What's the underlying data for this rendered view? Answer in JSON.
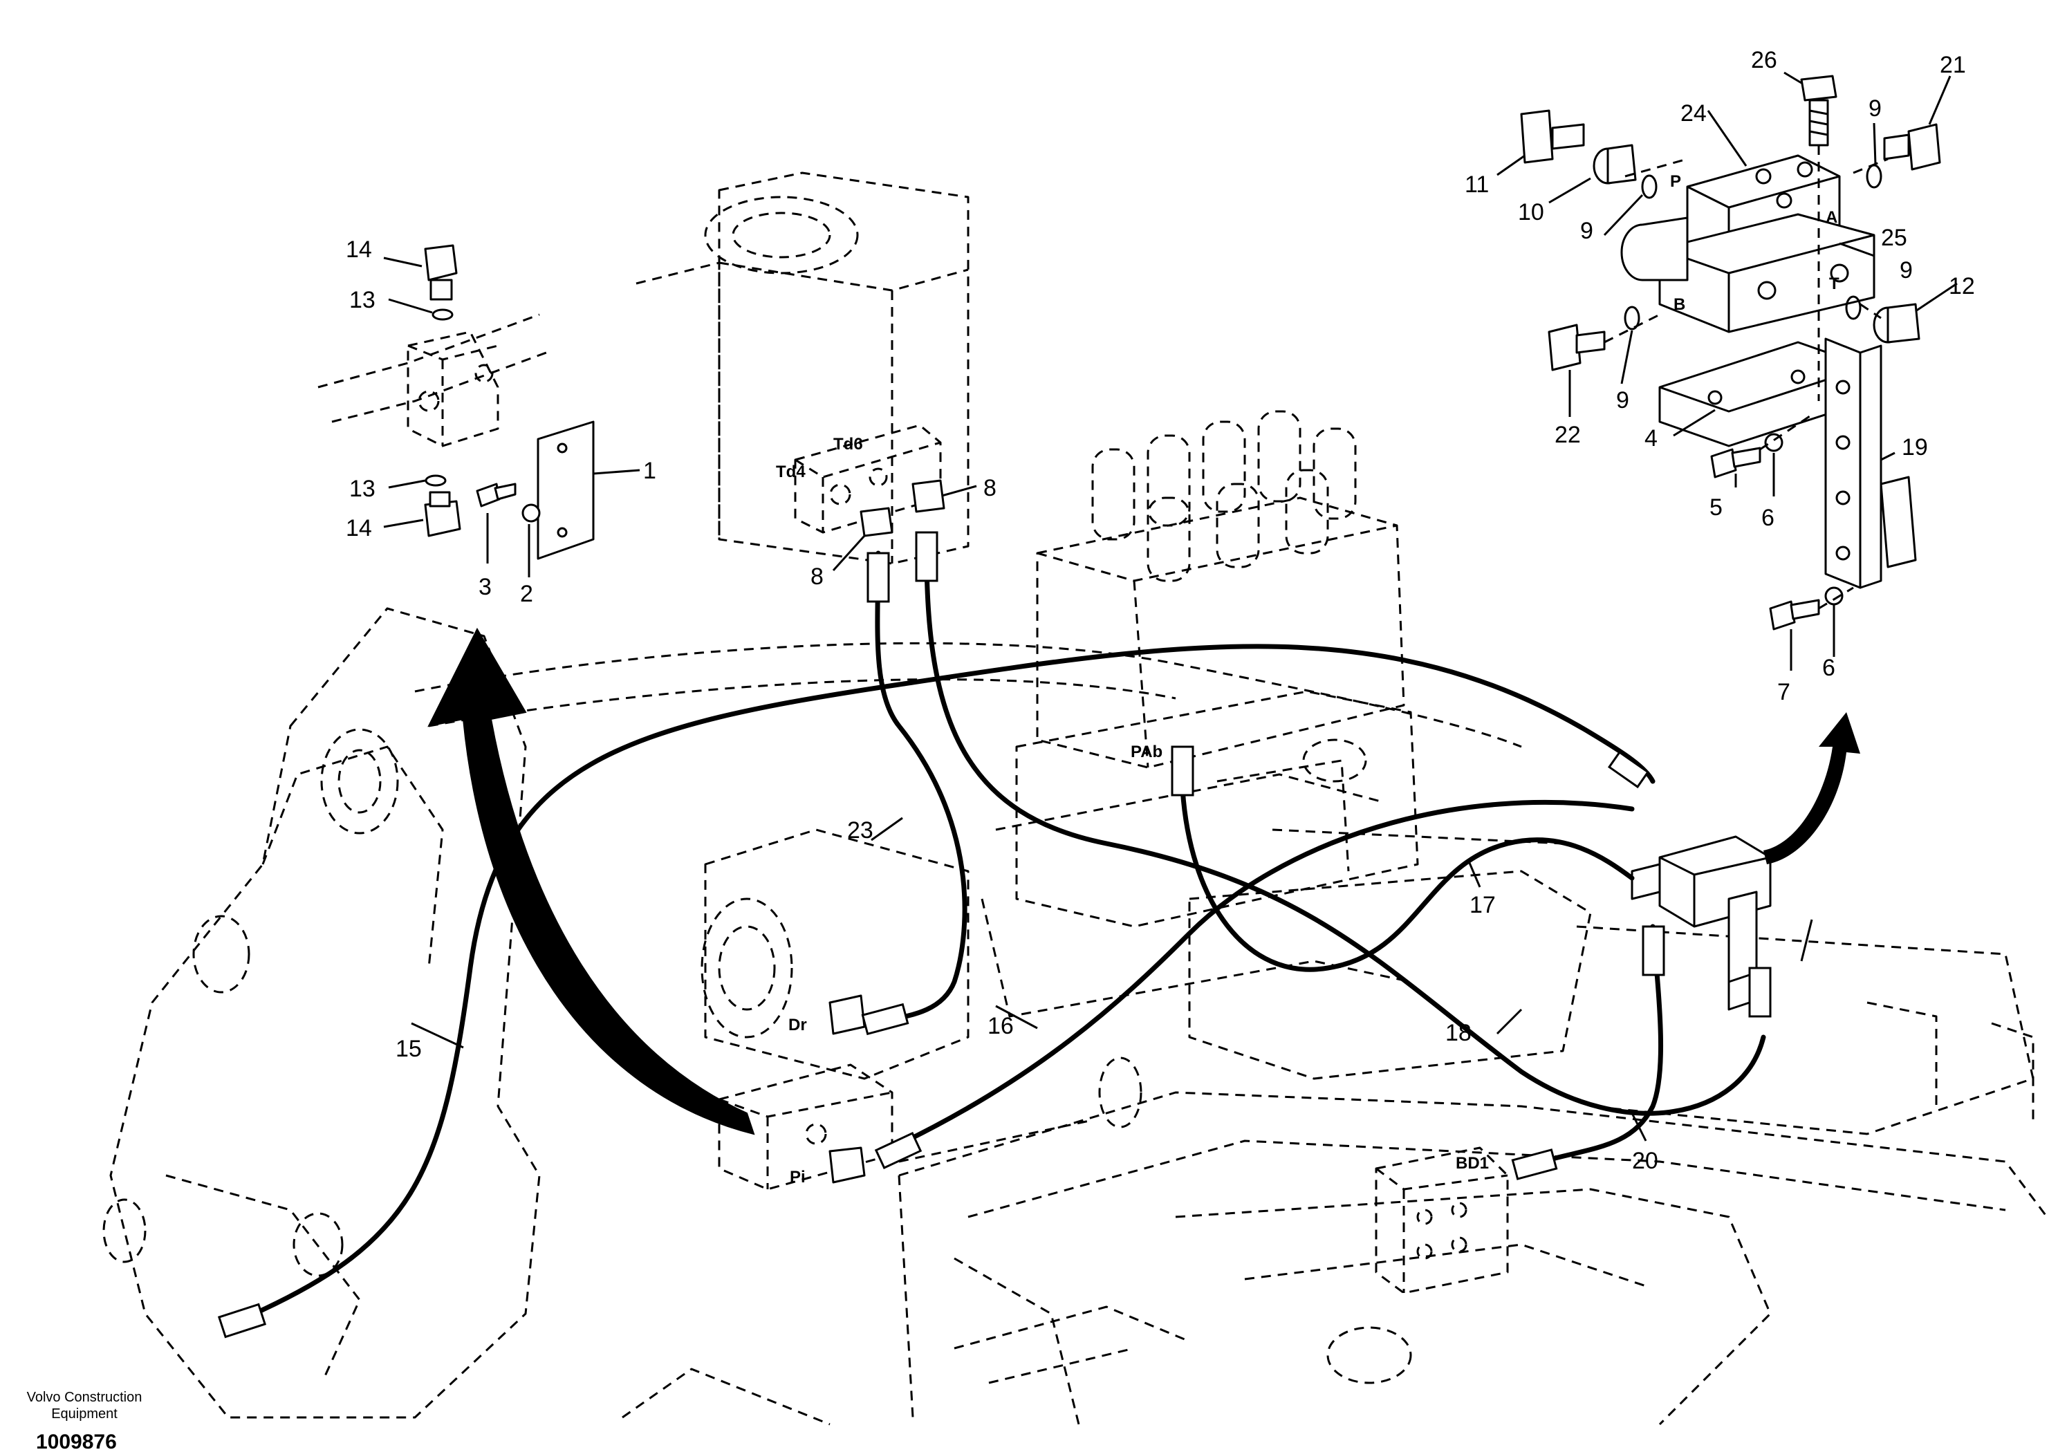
{
  "labels": {
    "l1": "1",
    "l2": "2",
    "l3": "3",
    "l4": "4",
    "l5": "5",
    "l6a": "6",
    "l6b": "6",
    "l7": "7",
    "l8a": "8",
    "l8b": "8",
    "l9a": "9",
    "l9b": "9",
    "l9c": "9",
    "l9d": "9",
    "l10": "10",
    "l11": "11",
    "l12": "12",
    "l13a": "13",
    "l13b": "13",
    "l14a": "14",
    "l14b": "14",
    "l15": "15",
    "l16": "16",
    "l17": "17",
    "l18": "18",
    "l19": "19",
    "l20": "20",
    "l21": "21",
    "l22": "22",
    "l23": "23",
    "l24": "24",
    "l25": "25",
    "l26": "26"
  },
  "ports": {
    "td6": "Td6",
    "td4": "Td4",
    "pab": "PAb",
    "dr": "Dr",
    "pi": "Pi",
    "bd1": "BD1",
    "p": "P",
    "a": "A",
    "t": "T",
    "b": "B"
  },
  "footer": {
    "company_line1": "Volvo Construction",
    "company_line2": "Equipment",
    "drawing_number": "1009876"
  }
}
